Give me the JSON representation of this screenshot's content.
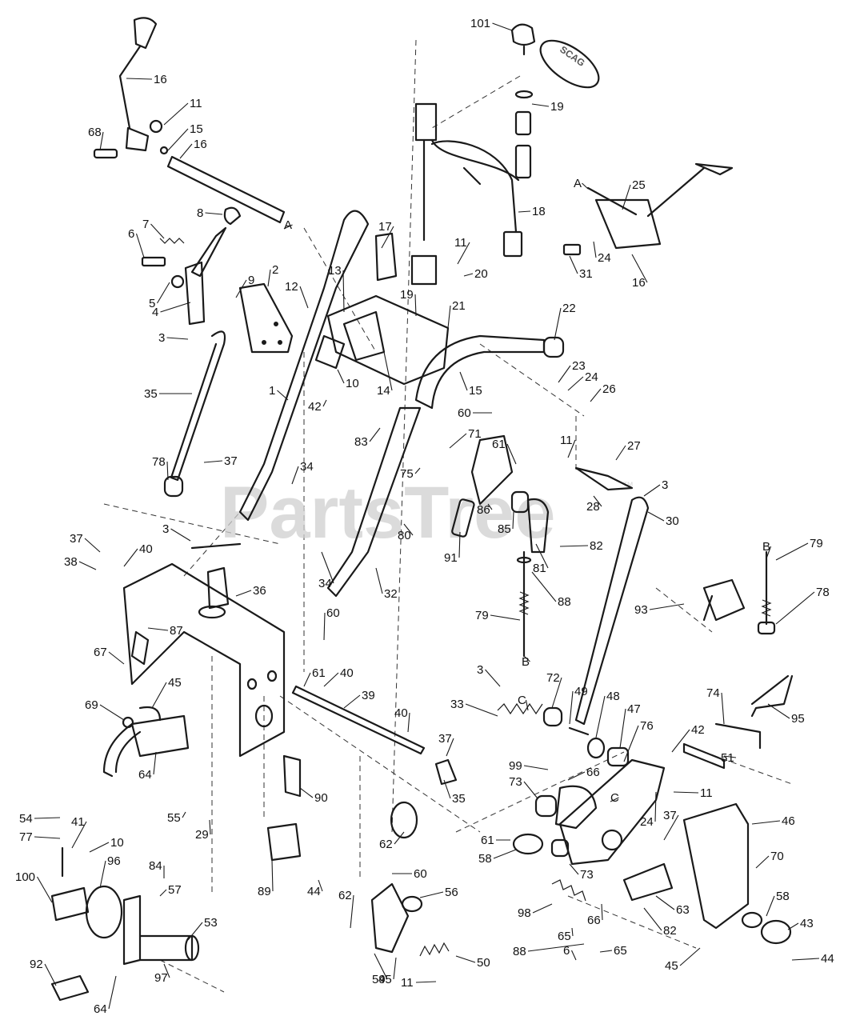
{
  "watermark": {
    "text": "PartsTree",
    "trademark": "™"
  },
  "keychain_logo": "SCAG",
  "callouts": [
    {
      "id": "c1",
      "label": "101"
    },
    {
      "id": "c2",
      "label": "19"
    },
    {
      "id": "c3",
      "label": "16"
    },
    {
      "id": "c4",
      "label": "11"
    },
    {
      "id": "c5",
      "label": "15"
    },
    {
      "id": "c6",
      "label": "16"
    },
    {
      "id": "c7",
      "label": "68"
    },
    {
      "id": "c8",
      "label": "18"
    },
    {
      "id": "c9",
      "label": "A"
    },
    {
      "id": "c10",
      "label": "25"
    },
    {
      "id": "c11",
      "label": "8"
    },
    {
      "id": "c12",
      "label": "A"
    },
    {
      "id": "c13",
      "label": "7"
    },
    {
      "id": "c14",
      "label": "6"
    },
    {
      "id": "c15",
      "label": "17"
    },
    {
      "id": "c16",
      "label": "11"
    },
    {
      "id": "c17",
      "label": "24"
    },
    {
      "id": "c18",
      "label": "31"
    },
    {
      "id": "c19",
      "label": "16"
    },
    {
      "id": "c20",
      "label": "2"
    },
    {
      "id": "c21",
      "label": "13"
    },
    {
      "id": "c22",
      "label": "20"
    },
    {
      "id": "c23",
      "label": "5"
    },
    {
      "id": "c24",
      "label": "9"
    },
    {
      "id": "c25",
      "label": "12"
    },
    {
      "id": "c26",
      "label": "19"
    },
    {
      "id": "c27",
      "label": "4"
    },
    {
      "id": "c28",
      "label": "21"
    },
    {
      "id": "c29",
      "label": "22"
    },
    {
      "id": "c30",
      "label": "3"
    },
    {
      "id": "c31",
      "label": "23"
    },
    {
      "id": "c32",
      "label": "24"
    },
    {
      "id": "c33",
      "label": "10"
    },
    {
      "id": "c34",
      "label": "14"
    },
    {
      "id": "c35",
      "label": "15"
    },
    {
      "id": "c36",
      "label": "26"
    },
    {
      "id": "c37",
      "label": "1"
    },
    {
      "id": "c38",
      "label": "42"
    },
    {
      "id": "c39",
      "label": "35"
    },
    {
      "id": "c40",
      "label": "60"
    },
    {
      "id": "c41",
      "label": "83"
    },
    {
      "id": "c42",
      "label": "71"
    },
    {
      "id": "c43",
      "label": "61"
    },
    {
      "id": "c44",
      "label": "11"
    },
    {
      "id": "c45",
      "label": "27"
    },
    {
      "id": "c46",
      "label": "37"
    },
    {
      "id": "c47",
      "label": "34"
    },
    {
      "id": "c48",
      "label": "75"
    },
    {
      "id": "c49",
      "label": "78"
    },
    {
      "id": "c50",
      "label": "28"
    },
    {
      "id": "c51",
      "label": "3"
    },
    {
      "id": "c52",
      "label": "86"
    },
    {
      "id": "c53",
      "label": "85"
    },
    {
      "id": "c54",
      "label": "30"
    },
    {
      "id": "c55",
      "label": "80"
    },
    {
      "id": "c56",
      "label": "82"
    },
    {
      "id": "c57",
      "label": "3"
    },
    {
      "id": "c58",
      "label": "37"
    },
    {
      "id": "c59",
      "label": "40"
    },
    {
      "id": "c60",
      "label": "38"
    },
    {
      "id": "c61",
      "label": "36"
    },
    {
      "id": "c62",
      "label": "34"
    },
    {
      "id": "c63",
      "label": "32"
    },
    {
      "id": "c64",
      "label": "91"
    },
    {
      "id": "c65",
      "label": "81"
    },
    {
      "id": "c66",
      "label": "88"
    },
    {
      "id": "c67",
      "label": "B"
    },
    {
      "id": "c68",
      "label": "79"
    },
    {
      "id": "c69",
      "label": "87"
    },
    {
      "id": "c70",
      "label": "93"
    },
    {
      "id": "c71",
      "label": "78"
    },
    {
      "id": "c72",
      "label": "67"
    },
    {
      "id": "c73",
      "label": "60"
    },
    {
      "id": "c74",
      "label": "79"
    },
    {
      "id": "c75",
      "label": "B"
    },
    {
      "id": "c76",
      "label": "61"
    },
    {
      "id": "c77",
      "label": "40"
    },
    {
      "id": "c78",
      "label": "45"
    },
    {
      "id": "c79",
      "label": "3"
    },
    {
      "id": "c80",
      "label": "72"
    },
    {
      "id": "c81",
      "label": "49"
    },
    {
      "id": "c82",
      "label": "69"
    },
    {
      "id": "c83",
      "label": "39"
    },
    {
      "id": "c84",
      "label": "33"
    },
    {
      "id": "c85",
      "label": "C"
    },
    {
      "id": "c86",
      "label": "48"
    },
    {
      "id": "c87",
      "label": "47"
    },
    {
      "id": "c88",
      "label": "74"
    },
    {
      "id": "c89",
      "label": "95"
    },
    {
      "id": "c90",
      "label": "40"
    },
    {
      "id": "c91",
      "label": "76"
    },
    {
      "id": "c92",
      "label": "42"
    },
    {
      "id": "c93",
      "label": "37"
    },
    {
      "id": "c94",
      "label": "64"
    },
    {
      "id": "c95",
      "label": "35"
    },
    {
      "id": "c96",
      "label": "99"
    },
    {
      "id": "c97",
      "label": "66"
    },
    {
      "id": "c98",
      "label": "51"
    },
    {
      "id": "c99",
      "label": "55"
    },
    {
      "id": "c100",
      "label": "29"
    },
    {
      "id": "c101",
      "label": "90"
    },
    {
      "id": "c102",
      "label": "73"
    },
    {
      "id": "c103",
      "label": "11"
    },
    {
      "id": "c104",
      "label": "54"
    },
    {
      "id": "c105",
      "label": "77"
    },
    {
      "id": "c106",
      "label": "41"
    },
    {
      "id": "c107",
      "label": "10"
    },
    {
      "id": "c108",
      "label": "62"
    },
    {
      "id": "c109",
      "label": "C"
    },
    {
      "id": "c110",
      "label": "24"
    },
    {
      "id": "c111",
      "label": "37"
    },
    {
      "id": "c112",
      "label": "46"
    },
    {
      "id": "c113",
      "label": "96"
    },
    {
      "id": "c114",
      "label": "84"
    },
    {
      "id": "c115",
      "label": "61"
    },
    {
      "id": "c116",
      "label": "58"
    },
    {
      "id": "c117",
      "label": "70"
    },
    {
      "id": "c118",
      "label": "100"
    },
    {
      "id": "c119",
      "label": "57"
    },
    {
      "id": "c120",
      "label": "89"
    },
    {
      "id": "c121",
      "label": "44"
    },
    {
      "id": "c122",
      "label": "60"
    },
    {
      "id": "c123",
      "label": "73"
    },
    {
      "id": "c124",
      "label": "56"
    },
    {
      "id": "c125",
      "label": "63"
    },
    {
      "id": "c126",
      "label": "58"
    },
    {
      "id": "c127",
      "label": "53"
    },
    {
      "id": "c128",
      "label": "62"
    },
    {
      "id": "c129",
      "label": "98"
    },
    {
      "id": "c130",
      "label": "43"
    },
    {
      "id": "c131",
      "label": "66"
    },
    {
      "id": "c132",
      "label": "82"
    },
    {
      "id": "c133",
      "label": "65"
    },
    {
      "id": "c134",
      "label": "50"
    },
    {
      "id": "c135",
      "label": "88"
    },
    {
      "id": "c136",
      "label": "45"
    },
    {
      "id": "c137",
      "label": "44"
    },
    {
      "id": "c138",
      "label": "92"
    },
    {
      "id": "c139",
      "label": "97"
    },
    {
      "id": "c140",
      "label": "59"
    },
    {
      "id": "c141",
      "label": "45"
    },
    {
      "id": "c142",
      "label": "6"
    },
    {
      "id": "c143",
      "label": "65"
    },
    {
      "id": "c144",
      "label": "64"
    },
    {
      "id": "c145",
      "label": "11"
    }
  ]
}
